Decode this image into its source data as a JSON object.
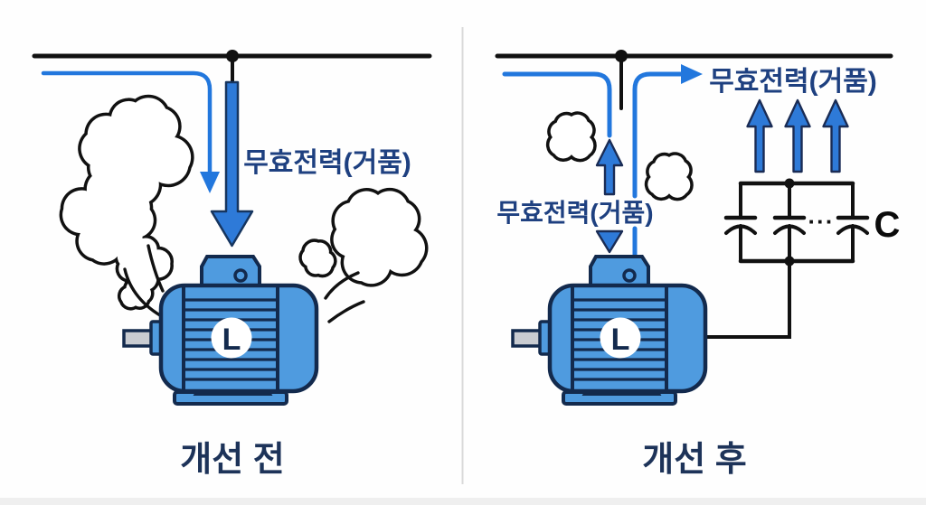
{
  "diagram": {
    "before": {
      "arrow_label": "무효전력(거품)",
      "caption": "개선 전",
      "motor_letter": "L"
    },
    "after": {
      "top_label": "무효전력(거품)",
      "mid_label": "무효전력(거품)",
      "caption": "개선 후",
      "motor_letter": "L",
      "capacitor_letter": "C",
      "capacitor_ellipsis": "···"
    },
    "colors": {
      "flow_blue": "#2277dd",
      "arrow_fill": "#2e7ad8",
      "label_navy": "#1e4080",
      "caption_navy": "#1d3359",
      "motor_blue": "#4f9bdf",
      "motor_outline": "#132a4d",
      "wire_black": "#111111",
      "divider_gray": "#d9d9d9"
    },
    "clouds": {
      "before_left": [
        [
          150,
          166,
          57,
          10
        ],
        [
          120,
          240,
          47,
          9
        ],
        [
          158,
          292,
          28,
          8
        ],
        [
          150,
          325,
          16,
          6
        ]
      ],
      "before_right": [
        [
          418,
          262,
          50,
          9
        ],
        [
          352,
          287,
          17,
          6
        ]
      ],
      "after_small_1": [
        [
          632,
          152,
          25,
          8
        ]
      ],
      "after_small_2": [
        [
          740,
          196,
          24,
          8
        ]
      ]
    }
  }
}
